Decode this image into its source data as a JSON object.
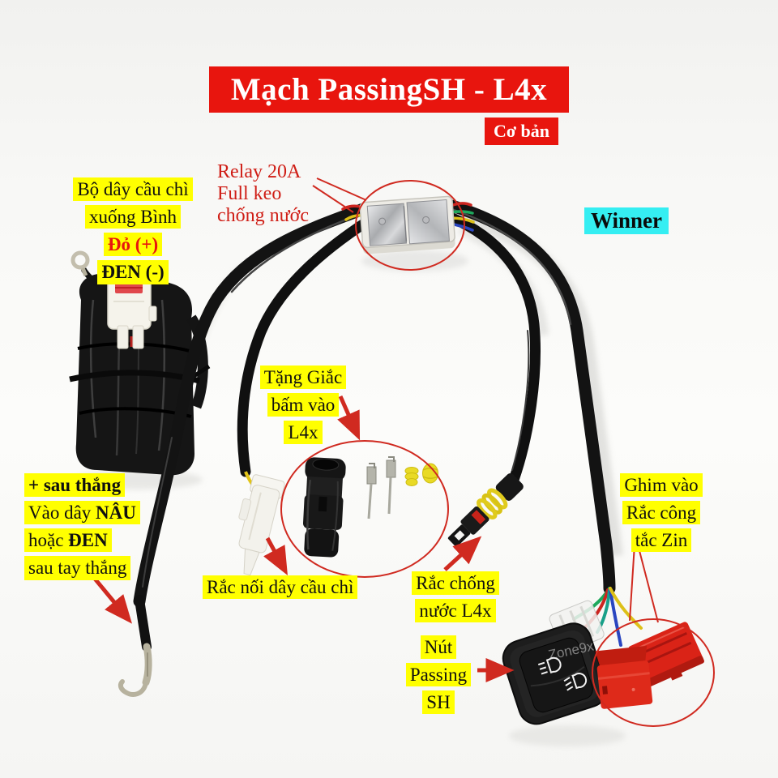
{
  "colors": {
    "accent-red": "#e8150e",
    "annotation-red": "#cf1d15",
    "highlight-yellow": "#ffff00",
    "brand-cyan": "#35eef2",
    "wire-black": "#131313",
    "wire-red": "#cc2520",
    "wire-yellow": "#ddc018",
    "wire-green": "#1ea85c",
    "wire-blue": "#2a46c0",
    "tap-connector-red": "#da2317"
  },
  "header": {
    "title": "Mạch PassingSH - L4x",
    "badge": "Cơ bản",
    "brand": "Winner"
  },
  "watermark": "Zone9x",
  "labels": {
    "relay": {
      "l1": "Relay 20A",
      "l2": "Full keo",
      "l3": "chống nước"
    },
    "fuse_kit": {
      "l1": "Bộ dây cầu chì",
      "l2": "xuống Bình",
      "l3": "Đỏ (+)",
      "l4": "ĐEN (-)"
    },
    "brake": {
      "l1": "+ sau thắng",
      "l2a": "Vào dây ",
      "l2b": "NÂU",
      "l3a": "hoặc ",
      "l3b": "ĐEN",
      "l4": "sau tay thắng"
    },
    "gift": {
      "l1": "Tặng Giắc",
      "l2": "bấm vào",
      "l3": "L4x"
    },
    "fuse_connector": {
      "l1": "Rắc nối dây cầu chì"
    },
    "waterproof": {
      "l1": "Rắc chống",
      "l2": "nước L4x"
    },
    "pin": {
      "l1": "Ghim vào",
      "l2": "Rắc công",
      "l3": "tắc Zin"
    },
    "button": {
      "l1": "Nút",
      "l2": "Passing",
      "l3": "SH"
    }
  }
}
